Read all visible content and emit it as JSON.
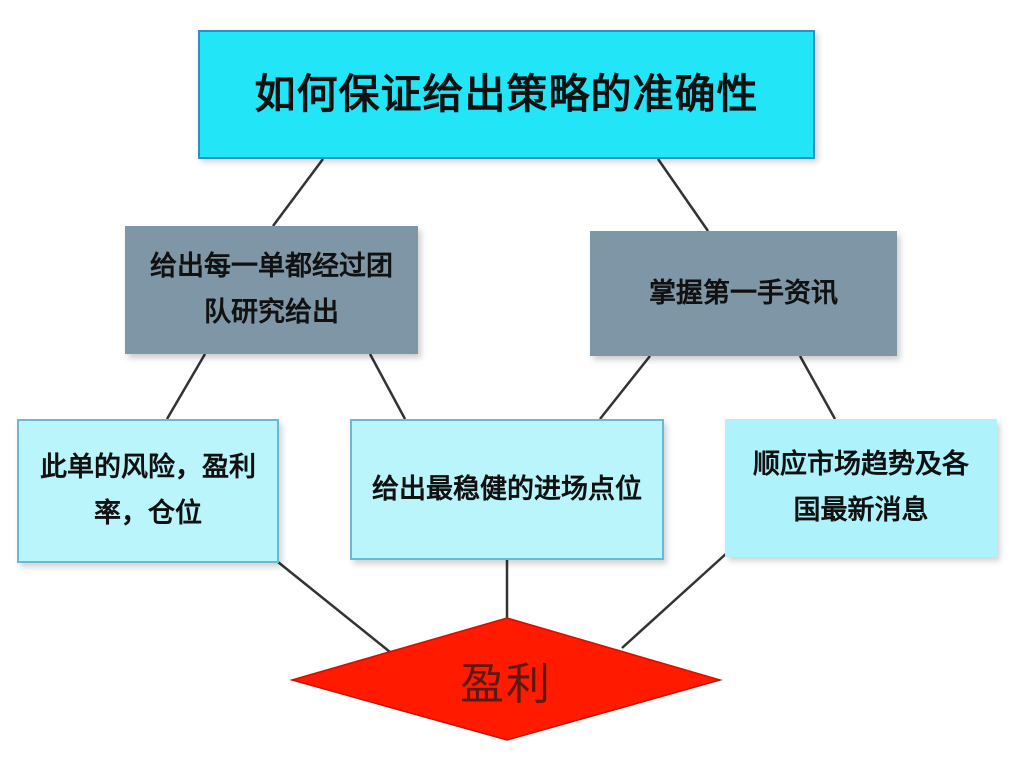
{
  "title": "如何保证给出策略的准确性",
  "branches": {
    "left": "给出每一单都经过团队研究给出",
    "right": "掌握第一手资讯"
  },
  "leaves": [
    "此单的风险，盈利率，仓位",
    "给出最稳健的进场点位",
    "顺应市场趋势及各国最新消息"
  ],
  "outcome": "盈利",
  "colors": {
    "title_fill": "#22e6f7",
    "branch_fill": "#7e96a6",
    "leaf_fill": "#b9f5fb",
    "outcome_fill": "#ff1a00",
    "connector": "#333333"
  }
}
